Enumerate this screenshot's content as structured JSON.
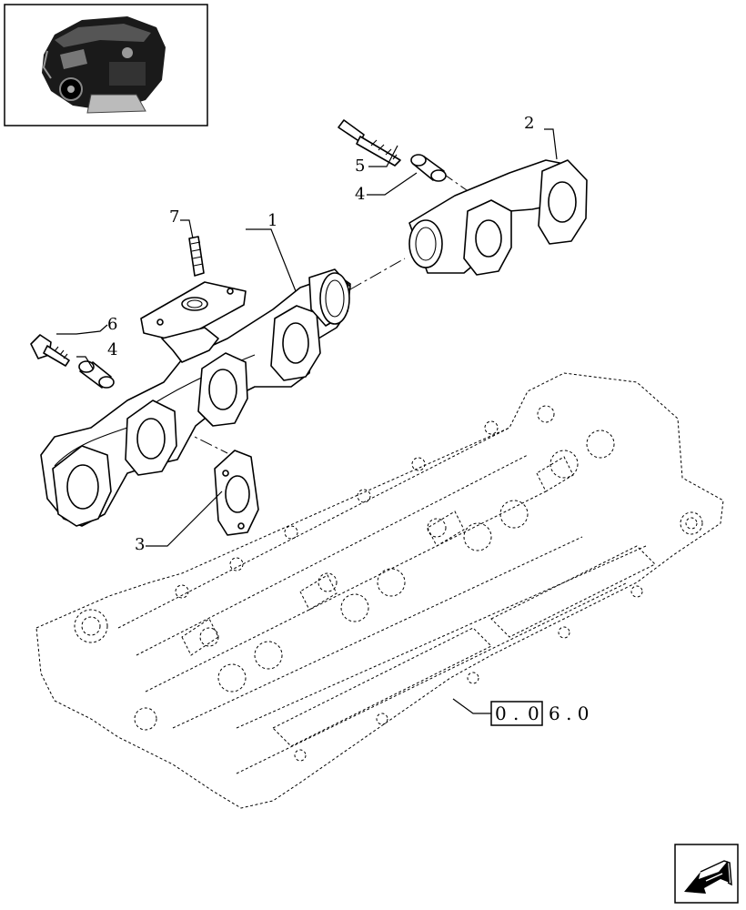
{
  "callouts": [
    {
      "id": "c1",
      "label": "1"
    },
    {
      "id": "c2",
      "label": "2"
    },
    {
      "id": "c3",
      "label": "3"
    },
    {
      "id": "c4a",
      "label": "4"
    },
    {
      "id": "c4b",
      "label": "4"
    },
    {
      "id": "c5",
      "label": "5"
    },
    {
      "id": "c6",
      "label": "6"
    },
    {
      "id": "c7",
      "label": "7"
    }
  ],
  "reference": {
    "boxed_digits": [
      "0",
      ".",
      "0"
    ],
    "trailing_text": "6 . 0"
  },
  "icons": {
    "thumbnail": "engine-thumbnail-icon",
    "nav": "previous-page-arrow-icon"
  }
}
